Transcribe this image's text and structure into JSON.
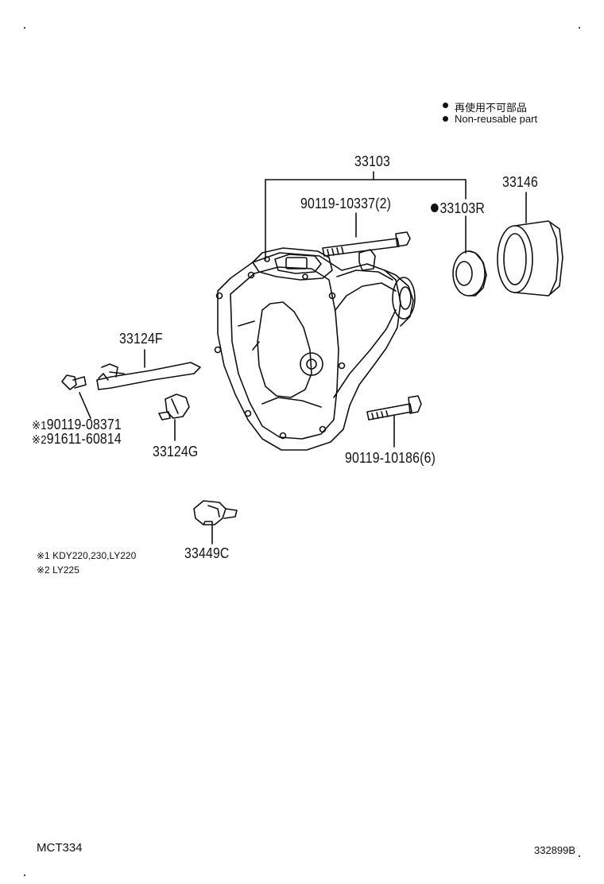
{
  "legend": {
    "reuse_jp": "再使用不可部品",
    "reuse_en": "Non-reusable part"
  },
  "parts": {
    "case": "33103",
    "bolt_upper": "90119-10337(2)",
    "oil_seal": "33103R",
    "cover": "33146",
    "lever": "33124F",
    "bolt_lever_1": "90119-08371",
    "bolt_lever_2": "91611-60814",
    "lever_mark_1": "※1",
    "lever_mark_2": "※2",
    "clip": "33124G",
    "bolt_lower": "90119-10186(6)",
    "clamp": "33449C"
  },
  "notes": {
    "note1": "※1 KDY220,230,LY220",
    "note2": "※2 LY225"
  },
  "footer": {
    "left_code": "MCT334",
    "right_code": "332899B"
  }
}
